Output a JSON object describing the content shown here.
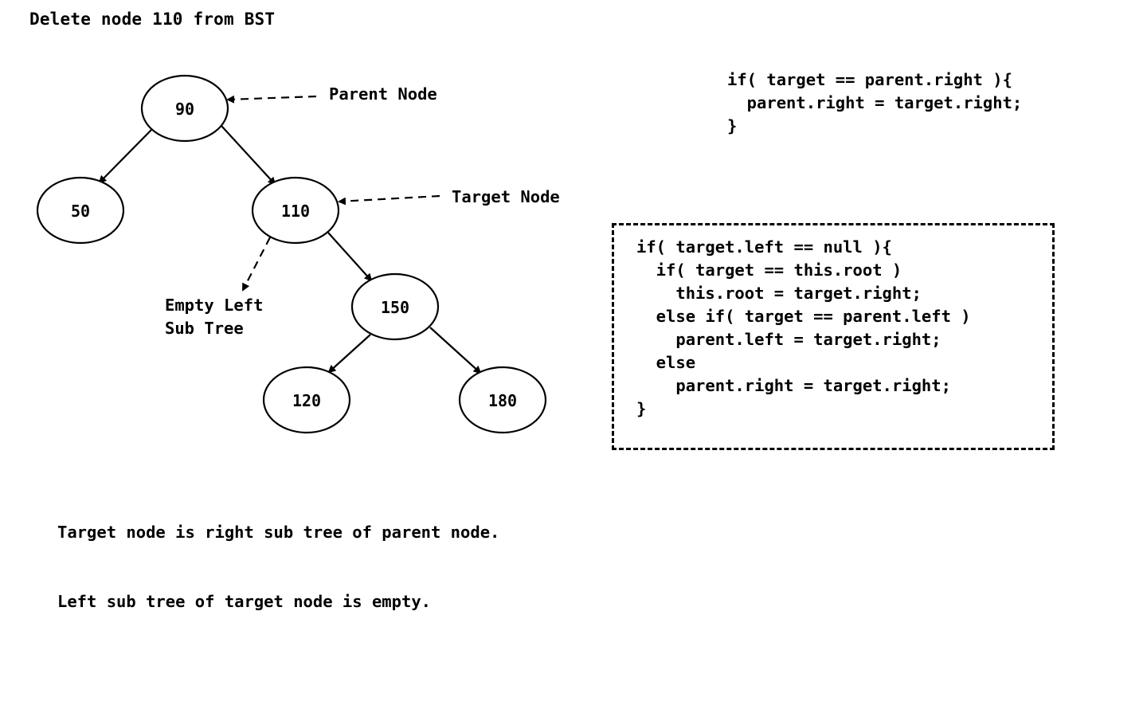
{
  "title": "Delete node 110 from BST",
  "nodes": [
    {
      "id": "n90",
      "label": "90"
    },
    {
      "id": "n50",
      "label": "50"
    },
    {
      "id": "n110",
      "label": "110"
    },
    {
      "id": "n150",
      "label": "150"
    },
    {
      "id": "n120",
      "label": "120"
    },
    {
      "id": "n180",
      "label": "180"
    }
  ],
  "edges": [
    {
      "from": "90",
      "to": "50"
    },
    {
      "from": "90",
      "to": "110"
    },
    {
      "from": "110",
      "to": "150"
    },
    {
      "from": "150",
      "to": "120"
    },
    {
      "from": "150",
      "to": "180"
    }
  ],
  "annotations": {
    "parent": "Parent Node",
    "target": "Target Node",
    "empty_left_line1": "Empty Left",
    "empty_left_line2": "Sub Tree"
  },
  "code_snippet": [
    "if( target == parent.right ){",
    "  parent.right = target.right;",
    "}"
  ],
  "code_box": [
    "if( target.left == null ){",
    "  if( target == this.root )",
    "    this.root = target.right;",
    "  else if( target == parent.left )",
    "    parent.left = target.right;",
    "  else",
    "    parent.right = target.right;",
    "}"
  ],
  "caption": [
    "Target node is right sub tree of parent node.",
    "Left sub tree of target node is empty."
  ]
}
